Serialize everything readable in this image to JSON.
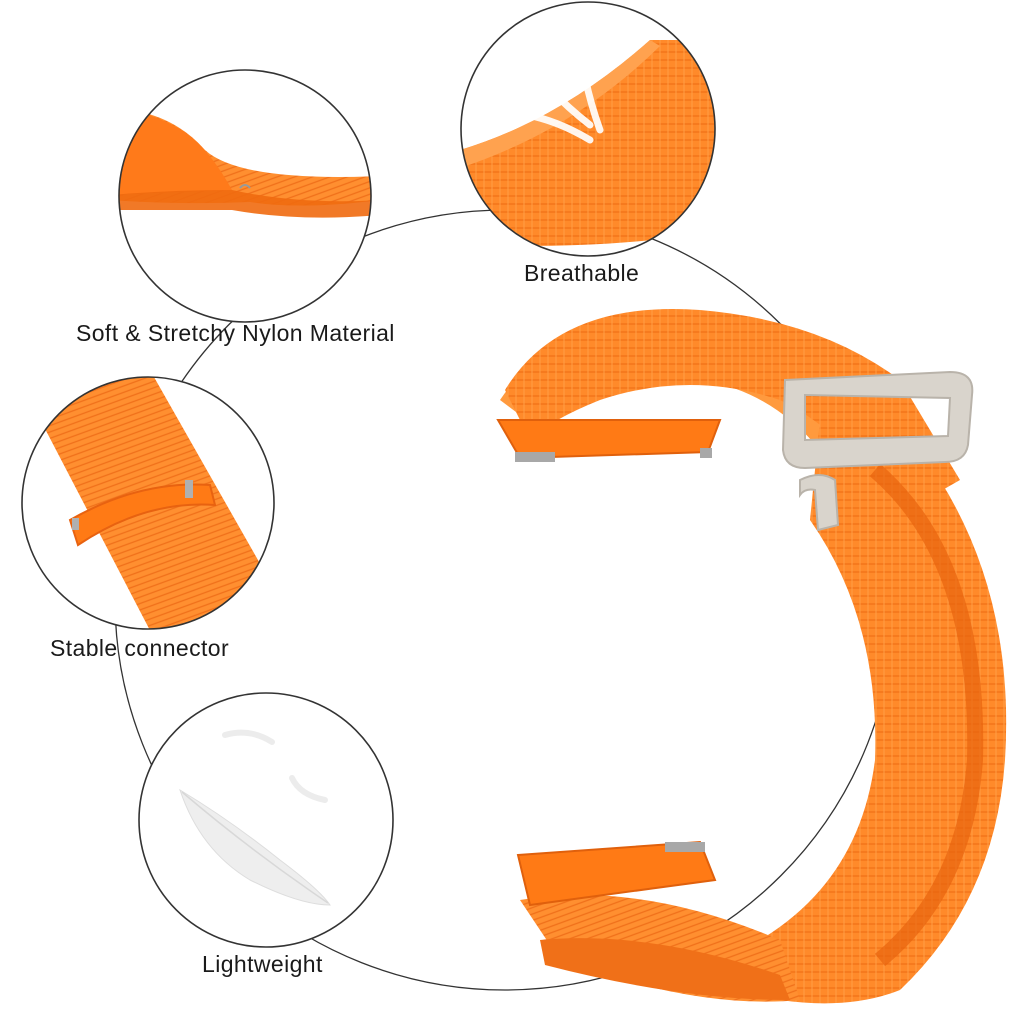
{
  "features": {
    "soft": {
      "label": "Soft & Stretchy Nylon Material",
      "icon": "nylon-weave-closeup-icon"
    },
    "breathable": {
      "label": "Breathable",
      "icon": "airflow-arrows-icon"
    },
    "connector": {
      "label": "Stable connector",
      "icon": "spring-bar-connector-icon"
    },
    "lightweight": {
      "label": "Lightweight",
      "icon": "feather-icon"
    }
  },
  "product": {
    "icon": "watch-band-loop-icon"
  },
  "colors": {
    "band": "#ff8a2a",
    "band_dark": "#f06a10",
    "band_light": "#ffab5c",
    "buckle": "#d9d4cc",
    "circle_stroke": "#333333",
    "text": "#1a1a1a"
  }
}
